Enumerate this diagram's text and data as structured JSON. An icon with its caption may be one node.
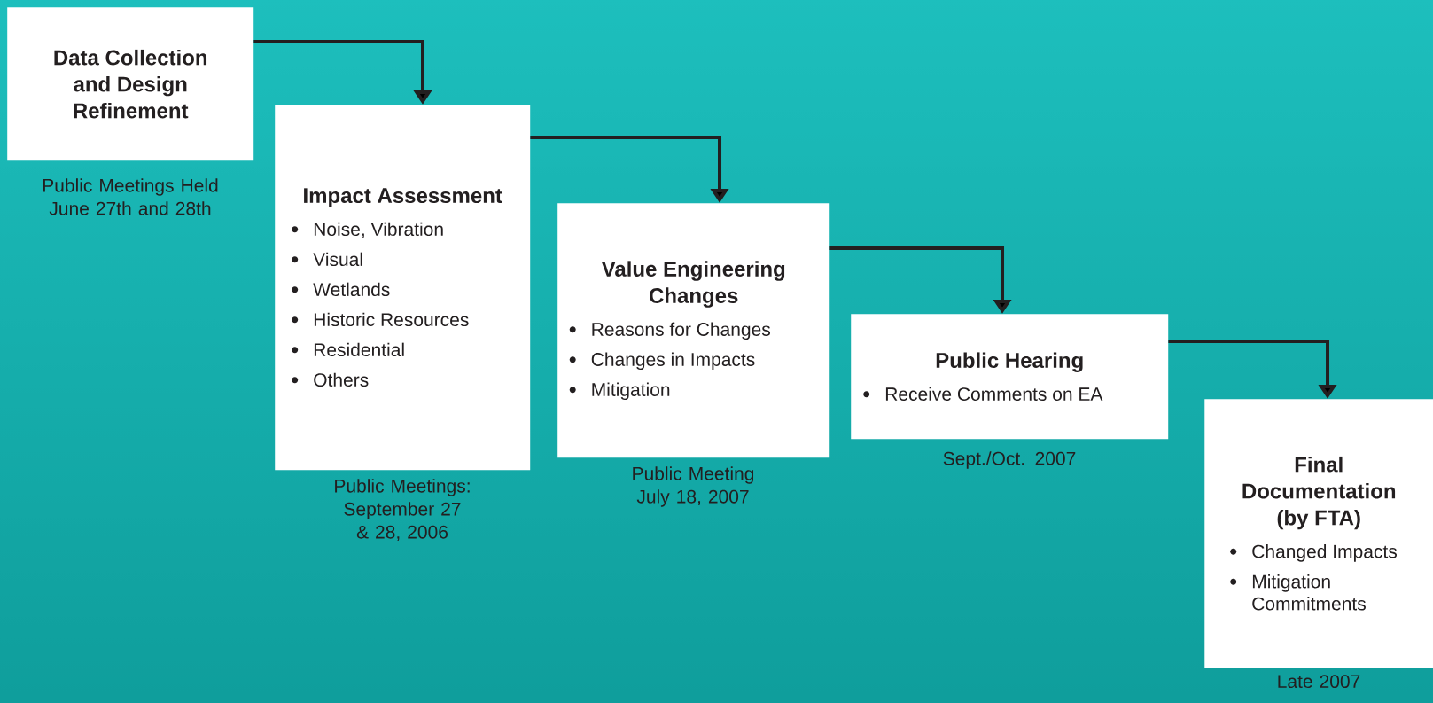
{
  "diagram": {
    "nodes": [
      {
        "text": [
          "Data Collection and Design Refinement"
        ],
        "beside": [
          "Public Meetings Held June 27th and 28th"
        ]
      },
      {
        "text": [
          "Impact Assessment",
          "Noise, Vibration",
          "Visual",
          "Wetlands",
          "Historic Resources",
          "Residential",
          "Others"
        ],
        "beside": [
          "Public Meetings: September 27 & 28, 2006"
        ]
      },
      {
        "text": [
          "Value Engineering Changes",
          "Reasons for Changes",
          "Changes in Impacts",
          "Mitigation"
        ],
        "beside": [
          "Public Meeting July 18, 2007"
        ]
      },
      {
        "text": [
          "Public Hearing",
          "Receive Comments on EA"
        ],
        "beside": [
          "Sept./Oct. 2007"
        ]
      },
      {
        "text": [
          "Final Documentation (by FTA)",
          "Changed Impacts",
          "Mitigation Commitments"
        ],
        "beside": [
          "Late 2007"
        ]
      }
    ],
    "edges": [
      {
        "from": 0,
        "to": 1,
        "arrow": "to"
      },
      {
        "from": 1,
        "to": 2,
        "arrow": "to"
      },
      {
        "from": 2,
        "to": 3,
        "arrow": "to"
      },
      {
        "from": 3,
        "to": 4,
        "arrow": "to"
      }
    ]
  }
}
